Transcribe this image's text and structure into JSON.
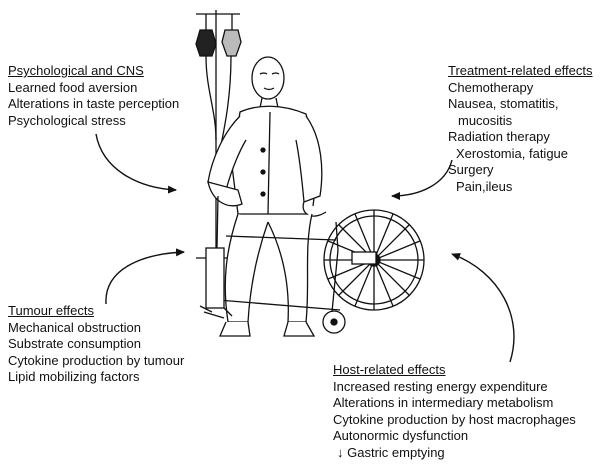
{
  "psychological": {
    "heading": "Psychological and CNS",
    "lines": [
      "Learned food aversion",
      "Alterations in taste perception",
      "Psychological stress"
    ]
  },
  "treatment": {
    "heading": "Treatment-related effects",
    "lines": [
      "Chemotherapy",
      "Nausea, stomatitis,",
      "mucositis",
      "Radiation therapy",
      "Xerostomia, fatigue",
      "Surgery",
      "Pain,ileus"
    ]
  },
  "tumour": {
    "heading": "Tumour effects",
    "lines": [
      "Mechanical obstruction",
      "Substrate consumption",
      "Cytokine production by tumour",
      "Lipid mobilizing factors"
    ]
  },
  "host": {
    "heading": "Host-related effects",
    "lines": [
      "Increased resting energy expenditure",
      "Alterations in intermediary metabolism",
      "Cytokine production by host macrophages",
      "Autonormic dysfunction",
      "Gastric emptying"
    ],
    "down_arrow_glyph": "↓"
  },
  "illustration": {
    "subject": "patient-in-wheelchair-with-iv-drip"
  }
}
